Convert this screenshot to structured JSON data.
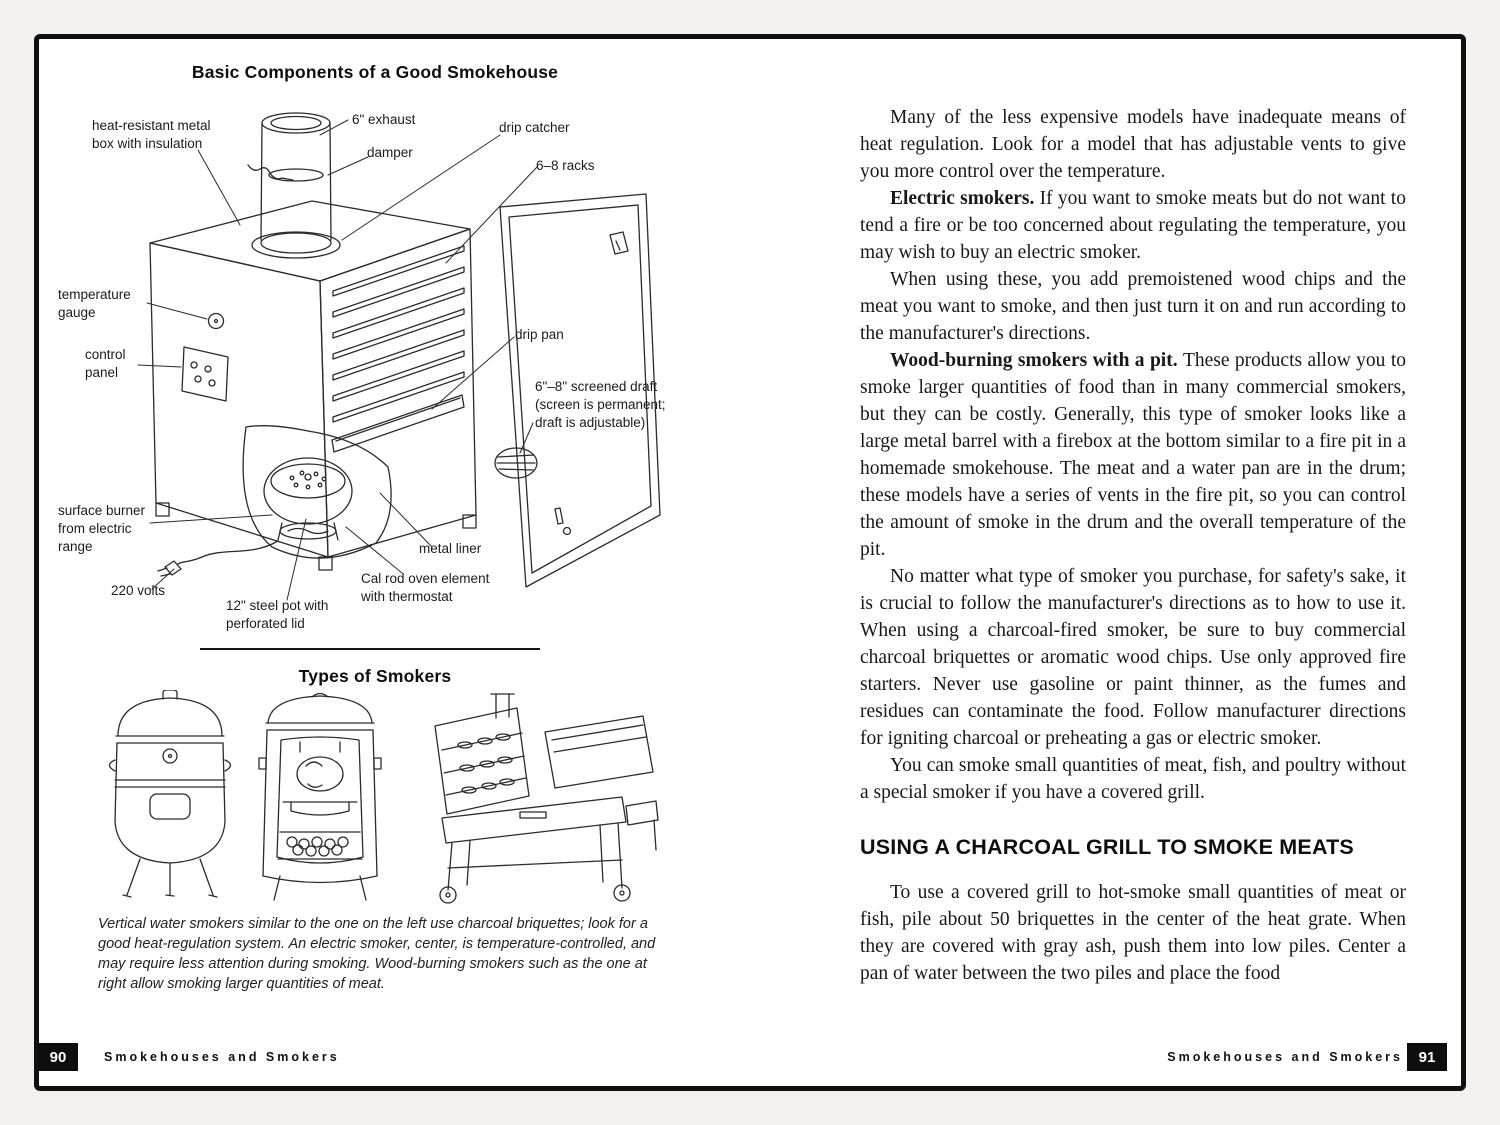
{
  "colors": {
    "ink": "#1a1a1a",
    "paper": "#ffffff",
    "frame": "#101010",
    "page_number_bg": "#0d0d0d"
  },
  "left_page": {
    "diagram_title": "Basic Components of a Good Smokehouse",
    "labels": {
      "heat_resistant": "heat-resistant metal\nbox with insulation",
      "exhaust": "6\" exhaust",
      "damper": "damper",
      "drip_catcher": "drip catcher",
      "racks": "6–8 racks",
      "temperature_gauge": "temperature\ngauge",
      "control_panel": "control\npanel",
      "drip_pan": "drip pan",
      "screened_draft": "6\"–8\" screened draft\n(screen is permanent;\ndraft is adjustable)",
      "surface_burner": "surface burner\nfrom electric\nrange",
      "metal_liner": "metal liner",
      "volts": "220 volts",
      "steel_pot": "12\" steel pot with\nperforated lid",
      "cal_rod": "Cal rod oven element\nwith thermostat"
    },
    "types_title": "Types of Smokers",
    "caption": "Vertical water smokers similar to the one on the left use charcoal briquettes; look for a good heat-regulation system. An electric smoker, center, is temperature-controlled, and may require less attention during smoking. Wood-burning smokers such as the one at right allow smoking larger quantities of meat.",
    "footer": {
      "page_number": "90",
      "running_title": "Smokehouses and Smokers"
    }
  },
  "right_page": {
    "paragraphs": [
      {
        "lead": "",
        "text": "Many of the less expensive models have inadequate means of heat regulation. Look for a model that has adjustable vents to give you more control over the temperature."
      },
      {
        "lead": "Electric smokers. ",
        "text": "If you want to smoke meats but do not want to tend a fire or be too concerned about regulating the temperature, you may wish to buy an electric smoker."
      },
      {
        "lead": "",
        "text": "When using these, you add premoistened wood chips and the meat you want to smoke, and then just turn it on and run according to the manufacturer's directions."
      },
      {
        "lead": "Wood-burning smokers with a pit. ",
        "text": "These products allow you to smoke larger quantities of food than in many commercial smokers, but they can be costly. Generally, this type of smoker looks like a large metal barrel with a firebox at the bottom similar to a fire pit in a homemade smokehouse. The meat and a water pan are in the drum; these models have a series of vents in the fire pit, so you can control the amount of smoke in the drum and the overall temperature of the pit."
      },
      {
        "lead": "",
        "text": "No matter what type of smoker you purchase, for safety's sake, it is crucial to follow the manufacturer's directions as to how to use it. When using a charcoal-fired smoker, be sure to buy commercial charcoal briquettes or aromatic wood chips. Use only approved fire starters. Never use gasoline or paint thinner, as the fumes and residues can contaminate the food. Follow manufacturer directions for igniting charcoal or preheating a gas or electric smoker."
      },
      {
        "lead": "",
        "text": "You can smoke small quantities of meat, fish, and poultry without a special smoker if you have a covered grill."
      }
    ],
    "section_heading": "USING A CHARCOAL GRILL TO SMOKE MEATS",
    "closing_paragraph": "To use a covered grill to hot-smoke small quantities of meat or fish, pile about 50 briquettes in the center of the heat grate. When they are covered with gray ash, push them into low piles. Center a pan of water between the two piles and place the food",
    "footer": {
      "page_number": "91",
      "running_title": "Smokehouses and Smokers"
    }
  }
}
